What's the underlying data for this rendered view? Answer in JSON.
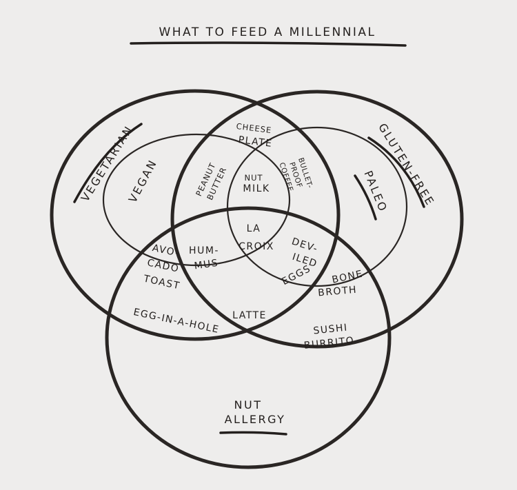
{
  "title": "WHAT TO FEED A MILLENNIAL",
  "sets": {
    "vegetarian": "VEGETARIAN",
    "vegan": "VEGAN",
    "gluten_free": "GLUTEN-FREE",
    "paleo": "PALEO",
    "nut_allergy_line1": "NUT",
    "nut_allergy_line2": "ALLERGY"
  },
  "foods": {
    "cheese_plate": [
      "CHEESE",
      "PLATE"
    ],
    "peanut_butter": [
      "PEANUT",
      "BUTTER"
    ],
    "nut_milk": [
      "NUT",
      "MILK"
    ],
    "bulletproof_coffee": [
      "BULLET-",
      "PROOF",
      "COFFEE"
    ],
    "la_croix": [
      "LA",
      "CROIX"
    ],
    "hummus": [
      "HUM-",
      "MUS"
    ],
    "avocado_toast": [
      "AVO-",
      "CADO",
      "TOAST"
    ],
    "deviled_eggs": [
      "DEV-",
      "ILED",
      "EGGS"
    ],
    "bone_broth": [
      "BONE",
      "BROTH"
    ],
    "egg_in_a_hole": "EGG-IN-A-HOLE",
    "latte": "LATTE",
    "sushi_burrito": [
      "SUSHI",
      "BURRITO"
    ]
  }
}
